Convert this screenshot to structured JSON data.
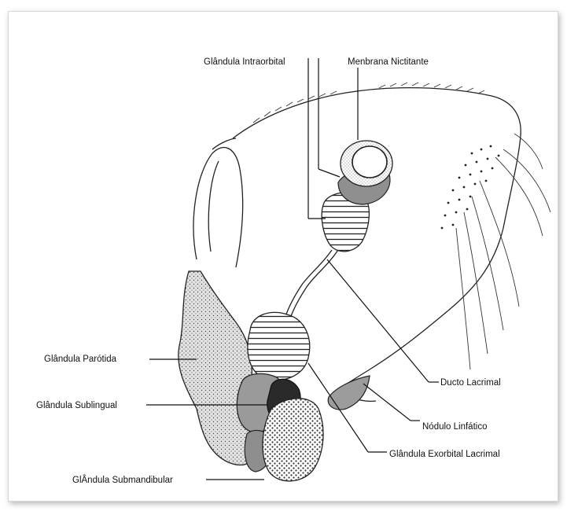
{
  "labels": {
    "intraorbital": "Glândula Intraorbital",
    "membrana": "Menbrana Nictitante",
    "parotida": "Glândula Parótida",
    "sublingual": "Glândula Sublingual",
    "submandibular": "GlÂndula Submandibular",
    "ducto": "Ducto Lacrimal",
    "nodulo": "Nódulo Linfático",
    "exorbital": "Glândula Exorbital Lacrimal"
  }
}
